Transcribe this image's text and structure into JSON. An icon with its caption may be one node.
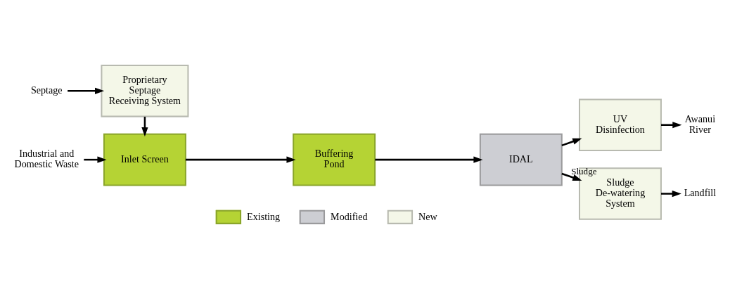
{
  "diagram": {
    "nodes": [
      {
        "text": [
          "Septage"
        ]
      },
      {
        "text": [
          "Proprietary Septage Receiving System"
        ]
      },
      {
        "text": [
          "Industrial and Domestic Waste"
        ]
      },
      {
        "text": [
          "Inlet Screen"
        ]
      },
      {
        "text": [
          "Buffering Pond"
        ]
      },
      {
        "text": [
          "IDAL"
        ]
      },
      {
        "text": [
          "UV Disinfection"
        ]
      },
      {
        "text": [
          "Awanui River"
        ]
      },
      {
        "text": [
          "Sludge De-watering System"
        ]
      },
      {
        "text": [
          "Landfill"
        ]
      }
    ],
    "edges": [
      {
        "from": 0,
        "to": 1,
        "arrow": "to"
      },
      {
        "from": 1,
        "to": 3,
        "arrow": "to"
      },
      {
        "from": 2,
        "to": 3,
        "arrow": "to"
      },
      {
        "from": 3,
        "to": 4,
        "arrow": "to"
      },
      {
        "from": 4,
        "to": 5,
        "arrow": "to"
      },
      {
        "from": 5,
        "to": 6,
        "arrow": "to"
      },
      {
        "from": 6,
        "to": 7,
        "arrow": "to"
      },
      {
        "from": 5,
        "to": 8,
        "arrow": "to",
        "label": "Sludge"
      },
      {
        "from": 8,
        "to": 9,
        "arrow": "to"
      }
    ],
    "legend": [
      {
        "text": "Existing",
        "color": "#b5d334"
      },
      {
        "text": "Modified",
        "color": "#cdced3"
      },
      {
        "text": "New",
        "color": "#f4f7e8"
      }
    ]
  }
}
